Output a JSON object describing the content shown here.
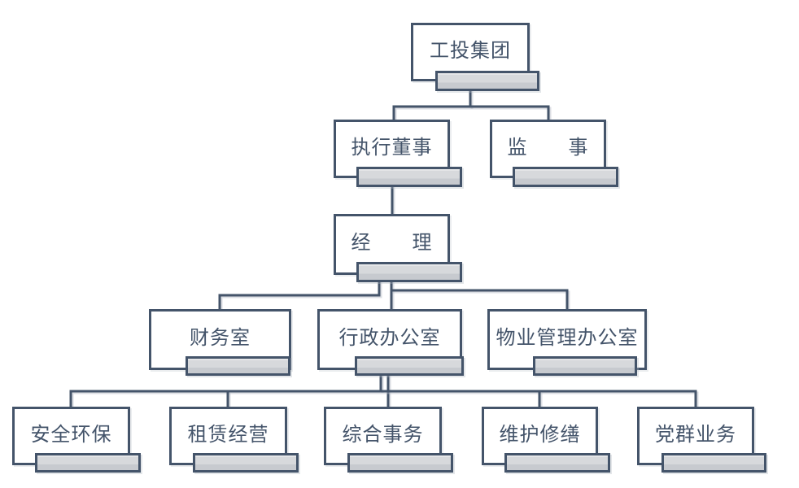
{
  "page": {
    "background_color": "#FFFFFF"
  },
  "org_chart": {
    "type": "org-tree",
    "title": "",
    "colors": {
      "line": "#44546A",
      "text": "#44546A",
      "node_fill": "#FFFFFF",
      "sub_box_fill_top": "#D7D9DC",
      "sub_box_fill_bottom": "#C7CACF",
      "shadow": "#B0B6C0"
    },
    "nodes": [
      {
        "id": "gongtou",
        "label": "工投集团",
        "parent": null
      },
      {
        "id": "zhixing",
        "label": "执行董事",
        "parent": "gongtou"
      },
      {
        "id": "jianshi",
        "label": "监　　事",
        "parent": "gongtou"
      },
      {
        "id": "jingli",
        "label": "经　　理",
        "parent": "zhixing"
      },
      {
        "id": "caiwu",
        "label": "财务室",
        "parent": "jingli"
      },
      {
        "id": "xingzheng",
        "label": "行政办公室",
        "parent": "jingli"
      },
      {
        "id": "wuye",
        "label": "物业管理办公室",
        "parent": "jingli"
      },
      {
        "id": "anquan",
        "label": "安全环保",
        "parent": "xingzheng"
      },
      {
        "id": "zulin",
        "label": "租赁经营",
        "parent": "xingzheng"
      },
      {
        "id": "zonghe",
        "label": "综合事务",
        "parent": "xingzheng"
      },
      {
        "id": "weihu",
        "label": "维护修缮",
        "parent": "xingzheng"
      },
      {
        "id": "dangqun",
        "label": "党群业务",
        "parent": "xingzheng"
      }
    ]
  }
}
